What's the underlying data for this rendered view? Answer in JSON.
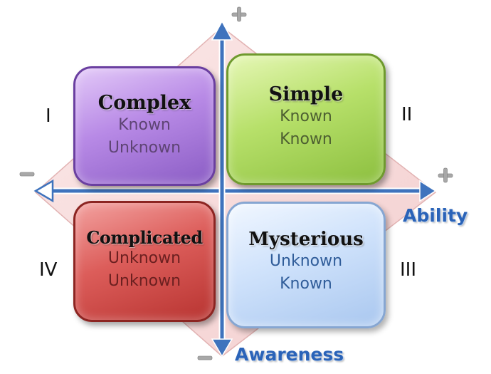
{
  "quadrants": [
    {
      "numeral": "I",
      "title": "Complex",
      "line1": "Known",
      "line2": "Unknown",
      "color": "#b88ae6"
    },
    {
      "numeral": "II",
      "title": "Simple",
      "line1": "Known",
      "line2": "Known",
      "color": "#b7e06a"
    },
    {
      "numeral": "III",
      "title": "Mysterious",
      "line1": "Unknown",
      "line2": "Known",
      "color": "#cfe2fb"
    },
    {
      "numeral": "IV",
      "title": "Complicated",
      "line1": "Unknown",
      "line2": "Unknown",
      "color": "#dc5d5a"
    }
  ],
  "axes": {
    "horizontal": {
      "label": "Ability",
      "color": "#2a63b8"
    },
    "vertical": {
      "label": "Awareness",
      "color": "#2a63b8"
    }
  },
  "background_diamond_color": "#f7d9d9"
}
